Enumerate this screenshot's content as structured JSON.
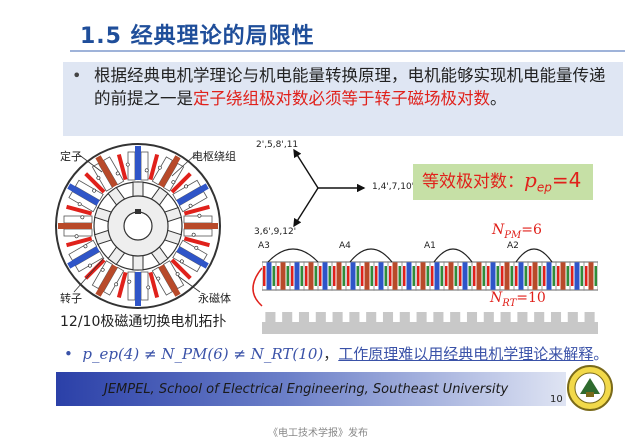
{
  "title": "1.5 经典理论的局限性",
  "bullet": {
    "marker": "•",
    "text_plain": "根据经典电机学理论与机电能量转换原理，电机能够实现机电能量传递的前提之一是",
    "text_red": "定子绕组极对数必须等于转子磁场极对数",
    "text_end": "。"
  },
  "motor_labels": {
    "stator": "定子",
    "armature_winding": "电枢绕组",
    "rotor": "转子",
    "pm": "永磁体"
  },
  "motor_caption": "12/10极磁通切换电机拓扑",
  "phasor": {
    "a": "2',5,8',11",
    "b": "1,4',7,10'",
    "c": "3,6',9,12'"
  },
  "equivalent_pole": {
    "label": "等效极对数：",
    "symbol": "p",
    "sub": "ep",
    "value": "=4"
  },
  "coil_labels": [
    "A3",
    "A4",
    "A1",
    "A2"
  ],
  "npm": {
    "symbol": "N",
    "sub": "PM",
    "value": "=6"
  },
  "nrt": {
    "symbol": "N",
    "sub": "RT",
    "value": "=10"
  },
  "formula": {
    "marker": "•",
    "math": "p_ep(4) ≠ N_PM(6) ≠ N_RT(10)",
    "conclusion": "工作原理难以用经典电机学理论来解释",
    "end": "。"
  },
  "footer": {
    "text": "JEMPEL, School of Electrical Engineering, Southeast University"
  },
  "page_number": "10",
  "source": "《电工技术学报》发布",
  "colors": {
    "title": "#1f4e9a",
    "red": "#e0211b",
    "blue_magnet": "#2f55c8",
    "rust_magnet": "#b84a2a",
    "green_box": "#c6e0a6"
  }
}
